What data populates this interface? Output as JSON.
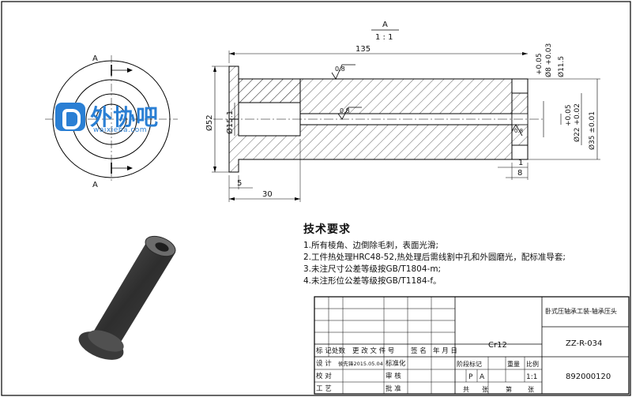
{
  "drawing": {
    "section_label": "A",
    "section_scale": "1 : 1",
    "view_label_top": "A",
    "view_label_bottom": "A",
    "dims": {
      "overall_length": "135",
      "flange_thickness": "5",
      "counterbore_depth": "30",
      "flange_dia": "Ø52",
      "bore_dia": "Ø15.1",
      "right_small_1": "1",
      "right_small_8": "8",
      "tol_top_plus": "+0.05",
      "tol_top_minus": "Ø8 +0.03",
      "dia_11_5": "Ø11.5",
      "tol_mid_plus": "+0.05",
      "tol_mid_minus": "Ø22 +0.02",
      "dia_35": "Ø35 ±0.01",
      "roughness_1": "0.8",
      "roughness_2": "0.8",
      "roughness_3": "0.8"
    }
  },
  "logo": {
    "name": "外协吧",
    "url": "waixieba.com"
  },
  "requirements": {
    "title": "技术要求",
    "lines": [
      "1.所有棱角、边倒除毛刺，表面光滑;",
      "2.工件热处理HRC48-52,热处理后需线割中孔和外圆磨光，配标准导套;",
      "3.未注尺寸公差等级按GB/T1804-m;",
      "4.未注形位公差等级按GB/T1184-f。"
    ]
  },
  "title_block": {
    "part_name": "卧式压轴承工装-轴承压头",
    "material": "Cr12",
    "drawing_no": "ZZ-R-034",
    "code": "892000120",
    "stage_mark": "阶段标记",
    "weight": "重量",
    "scale_label": "比例",
    "scale_value": "1:1",
    "stage_p": "P",
    "stage_a": "A",
    "sheet_total": "共",
    "sheet_unit1": "张",
    "sheet_no": "第",
    "sheet_unit2": "张",
    "row_mark": "标 记",
    "row_count": "处数",
    "row_change": "更 改 文 件 号",
    "row_sign": "签 名",
    "row_date": "年 月 日",
    "row_design": "设 计",
    "designer": "侯先锋2015.05.04",
    "standardize": "标准化",
    "check": "校 对",
    "review": "审 核",
    "process": "工 艺",
    "approve": "批 准"
  }
}
